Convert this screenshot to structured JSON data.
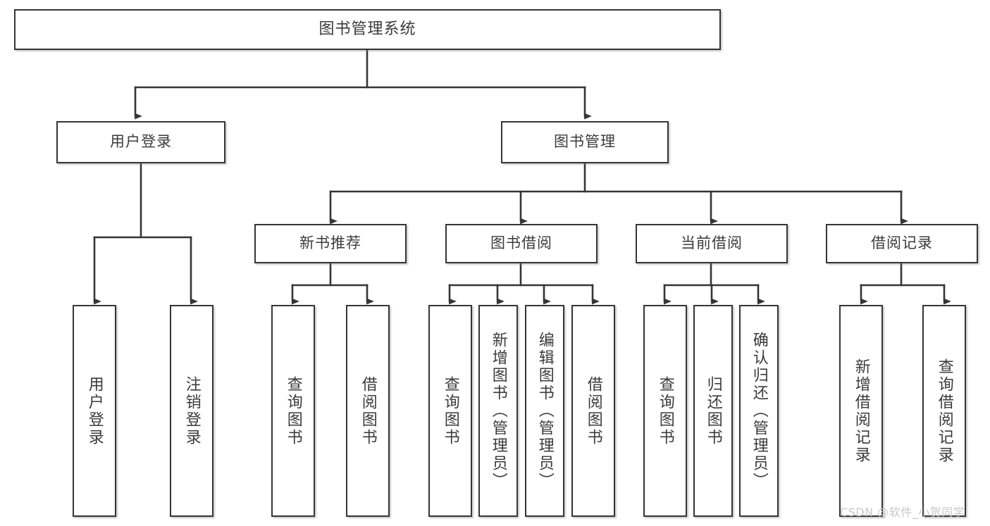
{
  "diagram": {
    "type": "tree-hierarchy",
    "title": "图书管理系统",
    "orientation": "top-down",
    "line_color": "#353535",
    "box_fill": "#ffffff",
    "text_color": "#3b3b3b",
    "levels": 4
  },
  "root": {
    "label": "图书管理系统"
  },
  "level2": [
    {
      "label": "用户登录"
    },
    {
      "label": "图书管理"
    }
  ],
  "level3": [
    {
      "label": "新书推荐"
    },
    {
      "label": "图书借阅"
    },
    {
      "label": "当前借阅"
    },
    {
      "label": "借阅记录"
    }
  ],
  "leaves": {
    "user_login": [
      {
        "label": "用户登录"
      },
      {
        "label": "注销登录"
      }
    ],
    "new_book_recommend": [
      {
        "label": "查询图书"
      },
      {
        "label": "借阅图书"
      }
    ],
    "book_borrow": [
      {
        "label": "查询图书"
      },
      {
        "label": "新增图书（管理员）"
      },
      {
        "label": "编辑图书（管理员）"
      },
      {
        "label": "借阅图书"
      }
    ],
    "current_borrow": [
      {
        "label": "查询图书"
      },
      {
        "label": "归还图书"
      },
      {
        "label": "确认归还（管理员）"
      }
    ],
    "borrow_record": [
      {
        "label": "新增借阅记录"
      },
      {
        "label": "查询借阅记录"
      }
    ]
  },
  "watermark": {
    "text": "CSDN @软件_小贺同学",
    "color": "#c9c9c9"
  }
}
